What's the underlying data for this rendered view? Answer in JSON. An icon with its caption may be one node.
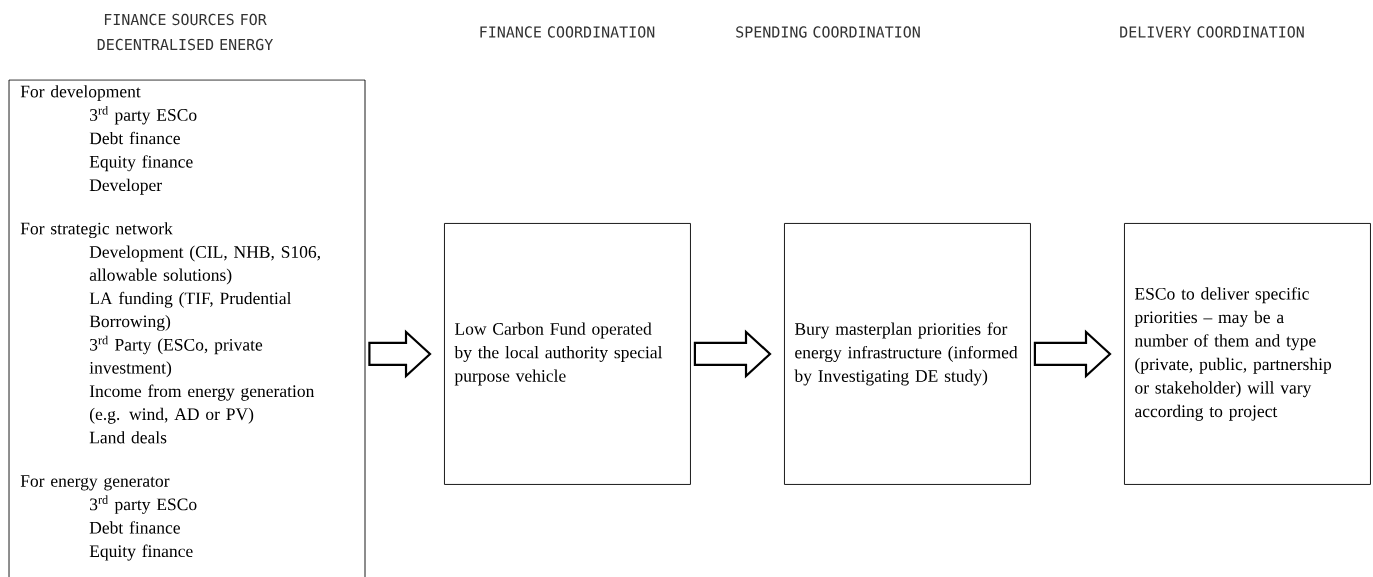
{
  "diagram": {
    "nodes": [
      {
        "text": [
          "For development",
          "3$^{rd}$ party ESCo",
          "Debt finance",
          "Equity finance",
          "Developer",
          "For strategic network",
          "Development (CIL, NHB, S106, allowable solutions)",
          "LA funding (TIF, Prudential Borrowing)",
          "3$^{rd}$ Party (ESCo, private investment)",
          "Income from energy generation (e.g. wind, AD or PV)",
          "Land deals",
          "For energy generator",
          "3$^{rd}$ party ESCo",
          "Debt finance",
          "Equity finance"
        ]
      },
      {
        "text": [
          "Low Carbon Fund operated by the local authority special purpose vehicle"
        ]
      },
      {
        "text": [
          "Bury masterplan priorities for energy infrastructure (informed by Investigating DE study)"
        ]
      },
      {
        "text": [
          "ESCo to deliver specific priorities – may be a number of them and type (private, public, partnership or stakeholder) will vary according to project"
        ]
      }
    ],
    "edges": [
      {
        "from": 0,
        "to": 1,
        "arrow": "to"
      },
      {
        "from": 1,
        "to": 2,
        "arrow": "to"
      },
      {
        "from": 2,
        "to": 3,
        "arrow": "to"
      }
    ],
    "labels": [
      "FINANCE SOURCES FOR DECENTRALISED ENERGY",
      "FINANCE COORDINATION",
      "SPENDING COORDINATION",
      "DELIVERY COORDINATION"
    ]
  }
}
